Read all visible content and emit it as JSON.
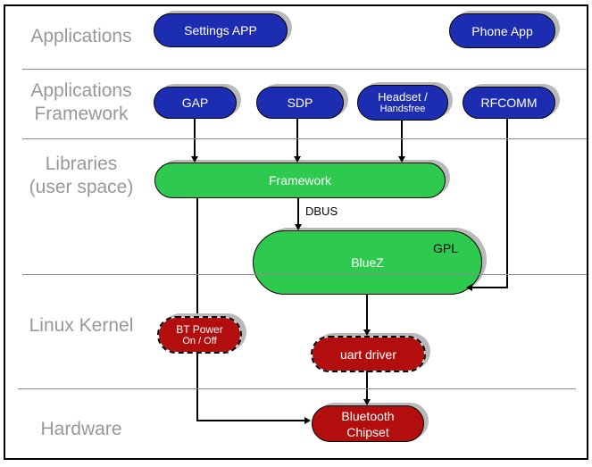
{
  "layers": {
    "applications": "Applications",
    "app_framework_line1": "Applications",
    "app_framework_line2": "Framework",
    "libraries_line1": "Libraries",
    "libraries_line2": "(user space)",
    "linux_kernel": "Linux Kernel",
    "hardware": "Hardware"
  },
  "nodes": {
    "settings_app": "Settings APP",
    "phone_app": "Phone App",
    "gap": "GAP",
    "sdp": "SDP",
    "headset_line1": "Headset /",
    "headset_line2": "Handsfree",
    "rfcomm": "RFCOMM",
    "framework": "Framework",
    "bluez": "BlueZ",
    "bt_power_line1": "BT Power",
    "bt_power_line2": "On / Off",
    "uart_driver": "uart driver",
    "chipset_line1": "Bluetooth",
    "chipset_line2": "Chipset"
  },
  "edge_labels": {
    "dbus": "DBUS",
    "gpl": "GPL"
  },
  "colors": {
    "app_node_blue": "#1d2db2",
    "userspace_node_green": "#2ec94f",
    "kernel_node_red": "#b30e0e",
    "layer_label_gray": "#989898",
    "divider_gray": "#8c8c8c",
    "shadow_gray": "#b9b9b9",
    "line_black": "#000000",
    "node_text_white": "#ffffff"
  }
}
